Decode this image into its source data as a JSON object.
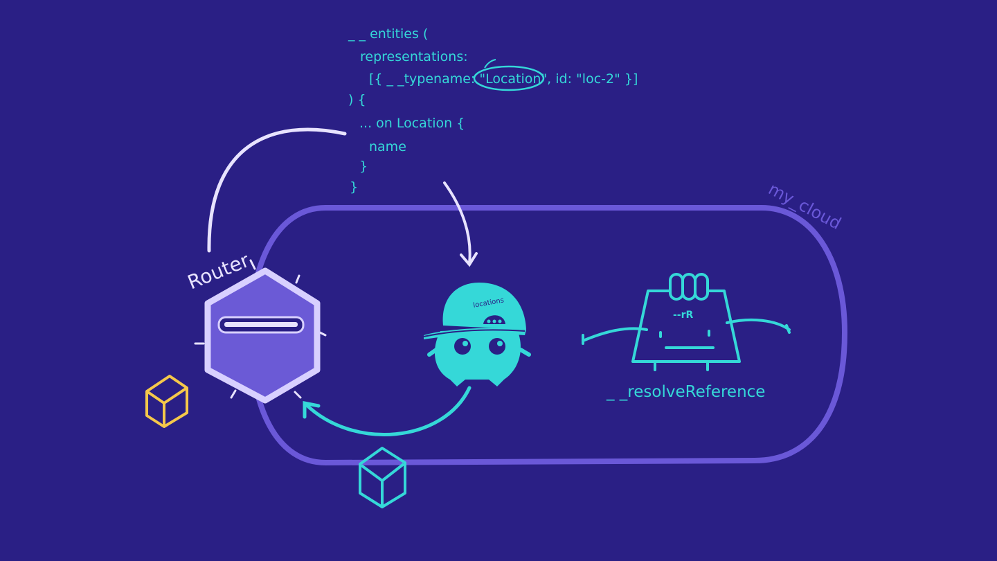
{
  "code": {
    "lines": [
      "_ _ entities (",
      "representations:",
      "[{ _ _typename: \"Location\", id: \"loc-2\" }]",
      ") {",
      "... on Location {",
      "name",
      "}",
      "}"
    ]
  },
  "labels": {
    "cloud": "my_cloud",
    "router": "Router",
    "cap_text": "locations",
    "badge_text": "--rR",
    "resolver": "_ _resolveReference"
  },
  "colors": {
    "background": "#2a1f85",
    "code_text": "#35d8d8",
    "cloud_outline": "#6a58d8",
    "router_fill": "#6b5ad6",
    "router_outline": "#d8d0ff",
    "teal": "#35d8d8",
    "gold": "#f5c84a"
  }
}
